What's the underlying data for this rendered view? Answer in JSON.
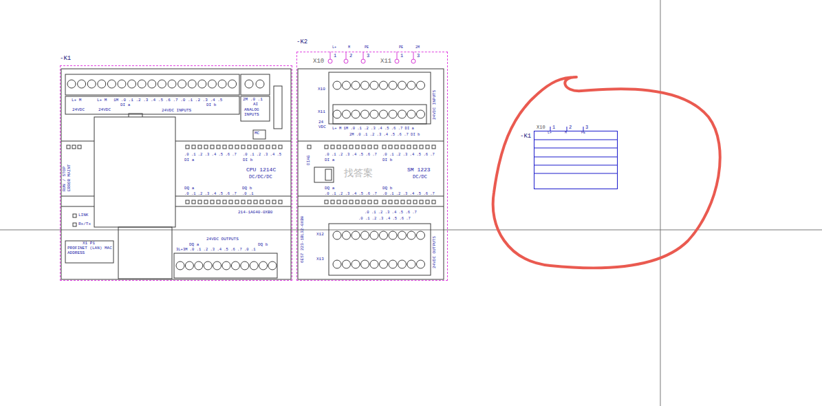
{
  "diagram": {
    "nodes": [
      {
        "text": [
          "-K1"
        ]
      },
      {
        "text": [
          "-K2"
        ]
      },
      {
        "text": [
          "-K1"
        ]
      }
    ],
    "labels": [
      "L+ M",
      "24VDC",
      "L+ M",
      "24VDC",
      "1M .0 .1 .2 .3 .4 .5 .6 .7 .0 .1 .2 .3 .4 .5",
      "DI a",
      "24VDC INPUTS",
      "DI b",
      "2M .0 .1",
      "AI",
      "ANALOG INPUTS",
      "MC",
      "RUN / STOP ERROR MAINT",
      ".0 .1 .2 .3 .4 .5 .6 .7",
      "DI a",
      ".0 .1 .2 .3 .4 .5",
      "DI b",
      "CPU 1214C",
      "DC/DC/DC",
      "DQ a",
      ".0 .1 .2 .3 .4 .5 .6 .7",
      "DQ b",
      ".0 .1",
      "214-1AG40-0XB0",
      "LINK",
      "Rx/Tx",
      "X1 P1",
      "PROFINET (LAN) MAC ADDRESS",
      "24VDC OUTPUTS",
      "DQ a",
      "DQ b",
      "3L+3M .0 .1 .2 .3 .4 .5 .6 .7 .0 .1",
      "L+",
      "M",
      "PE",
      "PE",
      "2M",
      "X10",
      "1",
      "2",
      "3",
      "X11",
      "1",
      "3",
      "X10",
      "X11",
      "24 VDC",
      "L+ M 1M .0 .1 .2 .3 .4 .5 .6 .7 DI a",
      "2M .0 .1 .2 .3 .4 .5 .6 .7 DI b",
      "DIAG",
      ".0 .1 .2 .3 .4 .5 .6 .7",
      "DI a",
      ".0 .1 .2 .3 .4 .5 .6 .7",
      "DI b",
      "SM 1223",
      "DC/DC",
      "DQ a",
      ".0 .1 .2 .3 .4 .5 .6 .7",
      "DQ b",
      ".0 .1 .2 .3 .4 .5 .6 .7",
      ".0 .1 .2 .3 .4 .5 .6 .7",
      ".0 .1 .2 .3 .4 .5 .6 .7",
      "X12",
      "X13",
      "6ES7 223-1BL32-0XB0",
      "24VDC INPUTS",
      "24VDC OUTPUTS",
      "X10",
      "1",
      "2",
      "3",
      "L+",
      "M",
      "PE",
      "找答案"
    ]
  }
}
